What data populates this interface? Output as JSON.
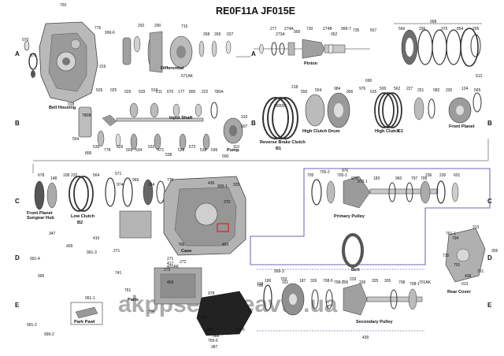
{
  "title": "RE0F11A  JF015E",
  "watermark": "akppserviceavto.ua",
  "row_markers": [
    "A",
    "B",
    "C",
    "D",
    "E"
  ],
  "captions": {
    "bell_housing": "Bell Housing",
    "differential": "Differential",
    "pinion": "Pinion",
    "input_shaft": "Input Shaft",
    "reverse_brake_clutch": "Reverse Brake Clutch",
    "b1": "B1",
    "high_clutch_drum": "High Clutch Drum",
    "high_clutch": "High Clutch",
    "c1": "C1",
    "front_planet": "Front Planet",
    "pump": "Pump",
    "front_planet_sungear_hub": "Front Planet\nSungear Hub",
    "low_clutch": "Low Clutch",
    "b2": "B2",
    "primary_pulley": "Primary Pulley",
    "belt": "Belt",
    "case": "Case",
    "park_pawl": "Park Pawl",
    "parts": "Parts",
    "secondary_pulley": "Secondary Pulley",
    "rear_cover": "Rear Cover"
  },
  "part_numbers": [
    "750",
    "776",
    "999-6",
    "292",
    "290",
    "715",
    "268",
    "269",
    "027",
    "070",
    "076",
    "319",
    "671AK",
    "277",
    "273A",
    "274A",
    "900",
    "730",
    "274B",
    "052",
    "999-7",
    "735",
    "557",
    "566",
    "998",
    "336",
    "376",
    "854",
    "205",
    "526",
    "025",
    "029",
    "529",
    "211",
    "670",
    "177",
    "800",
    "222",
    "780A",
    "018",
    "780B",
    "554",
    "310",
    "507",
    "806",
    "536",
    "778",
    "526",
    "509",
    "534",
    "532",
    "571",
    "538",
    "528",
    "573",
    "538",
    "036",
    "910",
    "500",
    "110",
    "218",
    "550",
    "554",
    "984",
    "956",
    "976",
    "525",
    "500",
    "562",
    "227",
    "251",
    "582",
    "230",
    "124",
    "565",
    "690",
    "690",
    "001",
    "612",
    "678",
    "148",
    "108",
    "232",
    "564",
    "571",
    "974",
    "969",
    "334",
    "776",
    "436",
    "999-1",
    "370",
    "325",
    "705",
    "705-2",
    "705-1",
    "976",
    "970",
    "970-1",
    "183",
    "960",
    "797",
    "236",
    "230",
    "601",
    "799",
    "347",
    "410",
    "409",
    "991-3",
    "991-4",
    "995",
    "991-1",
    "991-2",
    "999-2",
    "999-3",
    "703",
    "718",
    "417",
    "271",
    "272",
    "420AK",
    "469",
    "271",
    "275",
    "700",
    "766",
    "765",
    "765-5",
    "765-6",
    "387",
    "388",
    "369",
    "978",
    "708",
    "186",
    "161",
    "187",
    "326",
    "708-5",
    "708-2",
    "706",
    "229",
    "336",
    "325",
    "305",
    "708",
    "708-1",
    "701AK",
    "439",
    "313",
    "741",
    "761",
    "761-1",
    "794",
    "305",
    "438",
    "761",
    "730",
    "701",
    "013",
    "492"
  ]
}
